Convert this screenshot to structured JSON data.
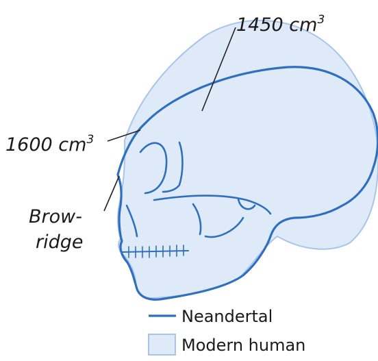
{
  "labels": {
    "modern_volume": {
      "value": "1450 cm",
      "sup": "3"
    },
    "neandertal_volume": {
      "value": "1600 cm",
      "sup": "3"
    },
    "brow_ridge_line1": "Brow-",
    "brow_ridge_line2": "ridge"
  },
  "legend": {
    "neandertal": "Neandertal",
    "modern_human": "Modern human"
  },
  "colors": {
    "neandertal_line": "#2f6fc0",
    "modern_fill": "#dfeaf8",
    "modern_line": "#a9c4ea",
    "inner_line": "#2f6fc0",
    "leader_line": "#222222",
    "text": "#1a1a1a"
  }
}
